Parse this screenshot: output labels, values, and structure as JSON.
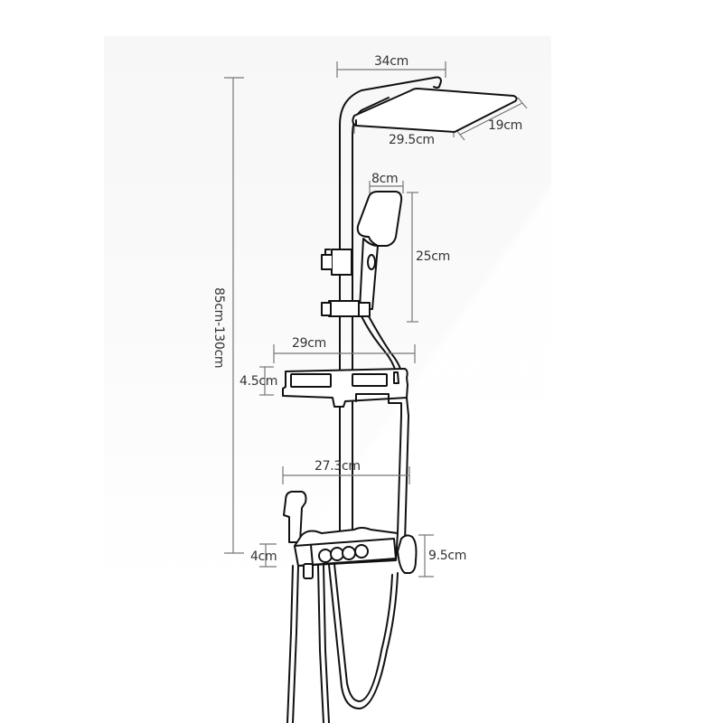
{
  "diagram": {
    "subject": "shower system dimension drawing",
    "colors": {
      "line": "#111111",
      "dimension_line": "#777777",
      "label": "#333333",
      "background": "#ffffff"
    },
    "dimensions": {
      "rain_head_top_width": "34cm",
      "rain_head_front_width": "29.5cm",
      "rain_head_depth": "19cm",
      "hand_shower_width": "8cm",
      "hand_shower_length": "25cm",
      "shelf_width": "29cm",
      "shelf_height": "4.5cm",
      "mixer_width": "27.3cm",
      "mixer_height": "4cm",
      "handle_height": "9.5cm",
      "total_height": "85cm-130cm"
    }
  }
}
